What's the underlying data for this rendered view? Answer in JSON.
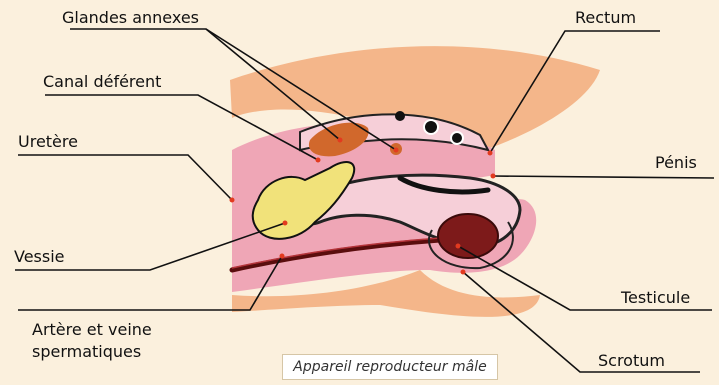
{
  "diagram": {
    "labels": {
      "glandes_annexes": "Glandes annexes",
      "canal_deferent": "Canal déférent",
      "uretere": "Uretère",
      "vessie": "Vessie",
      "artere_veine_line1": "Artère et veine",
      "artere_veine_line2": "spermatiques",
      "rectum": "Rectum",
      "penis": "Pénis",
      "testicule": "Testicule",
      "scrotum": "Scrotum"
    },
    "caption": "Appareil reproducteur mâle"
  },
  "colors": {
    "background": "#fbf0dd",
    "skin": "#f4b68a",
    "tissue_pink": "#efa6b6",
    "tissue_light": "#f6cfd8",
    "bladder": "#f1e27a",
    "gland": "#d1682c",
    "testicle": "#7d1a1a",
    "leader_line": "#111111",
    "marker": "#e23a1f"
  }
}
